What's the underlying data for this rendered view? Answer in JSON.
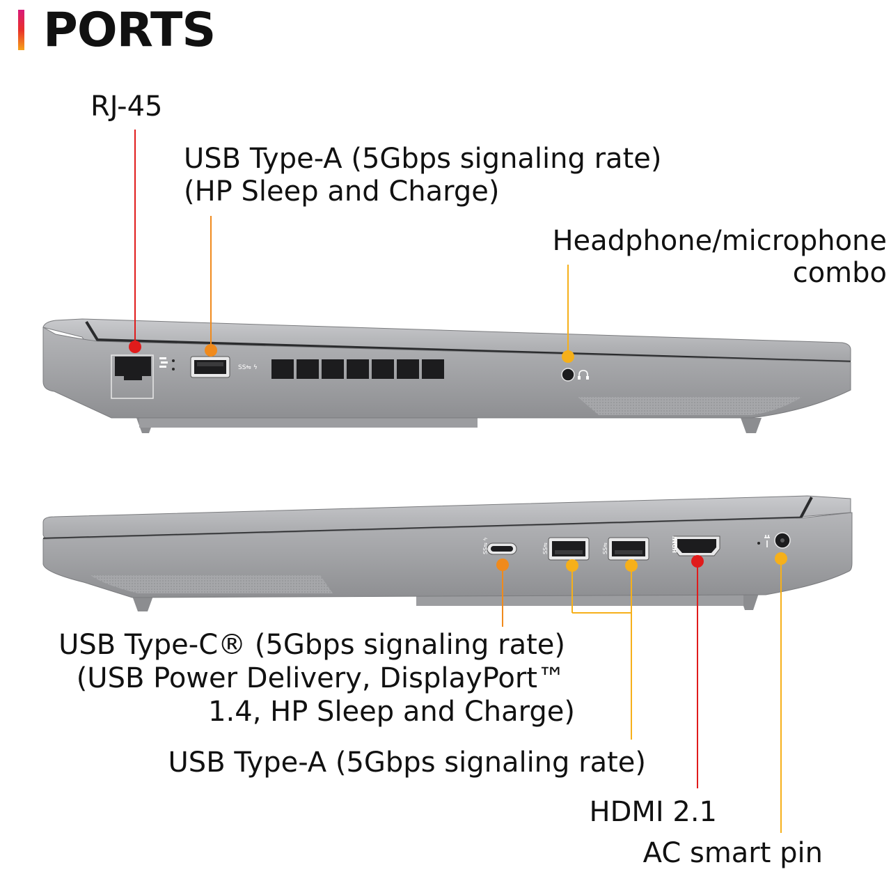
{
  "heading": "PORTS",
  "labels": {
    "rj45": "RJ-45",
    "usb_a_top_line1": "USB Type-A (5Gbps signaling rate)",
    "usb_a_top_line2": "(HP Sleep and Charge)",
    "headphone_line1": "Headphone/microphone",
    "headphone_line2": "combo",
    "usb_c_line1": "USB Type-C® (5Gbps signaling rate)",
    "usb_c_line2": "(USB Power Delivery, DisplayPort™",
    "usb_c_line3": "1.4, HP Sleep and Charge)",
    "usb_a_bottom": "USB Type-A (5Gbps signaling rate)",
    "hdmi": "HDMI 2.1",
    "ac_pin": "AC smart pin"
  },
  "colors": {
    "red": "#e01b1b",
    "orange": "#f08a1c",
    "amber": "#f6b01a",
    "chassis": "#a9aaad"
  },
  "icons": [
    "network-icon",
    "usb-superspeed-icon",
    "headphone-icon",
    "usb-superspeed-icon",
    "hdmi-icon",
    "power-icon"
  ]
}
